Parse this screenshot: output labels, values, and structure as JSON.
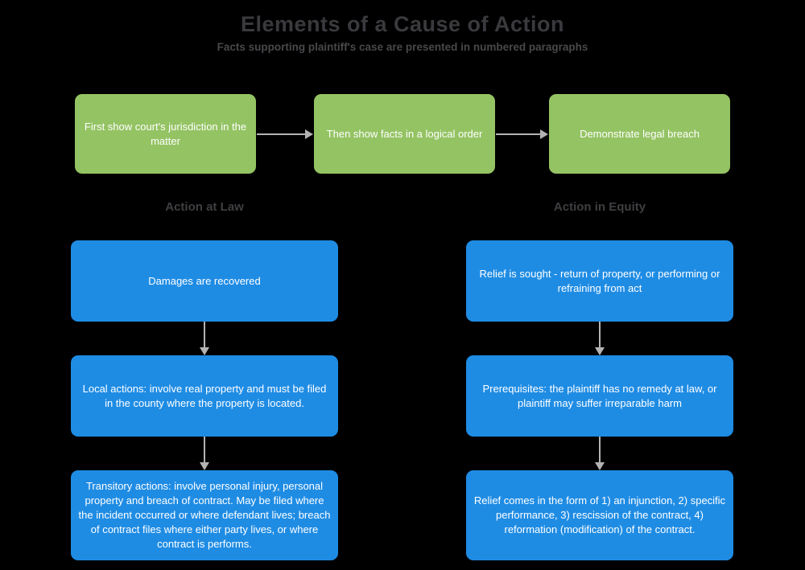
{
  "title": "Elements of a Cause of Action",
  "subtitle": "Facts supporting plaintiff's case are presented in numbered paragraphs",
  "colors": {
    "background": "#000000",
    "step_box": "#94c363",
    "detail_box": "#1f8ce4",
    "arrow": "#b3b3b3",
    "title_text": "#3a3a3e",
    "subtitle_text": "#48484c",
    "heading_text": "#3f3f43",
    "box_text": "#ffffff"
  },
  "steps": [
    "First show court's jurisdiction in the matter",
    "Then show facts in a logical order",
    "Demonstrate legal breach"
  ],
  "columns": [
    {
      "heading": "Action at Law",
      "boxes": [
        "Damages are recovered",
        "Local actions: involve real property and must be filed in the county where the property is located.",
        "Transitory actions: involve personal injury, personal property and breach of contract. May be filed where the incident occurred or where defendant lives; breach of contract files where either party lives, or where contract is performs."
      ]
    },
    {
      "heading": "Action in Equity",
      "boxes": [
        "Relief is sought - return of property, or performing or refraining from act",
        "Prerequisites: the plaintiff has no remedy at law, or plaintiff may suffer irreparable harm",
        "Relief comes in the form of 1) an injunction, 2) specific performance, 3) rescission of the contract, 4) reformation (modification) of the contract."
      ]
    }
  ]
}
